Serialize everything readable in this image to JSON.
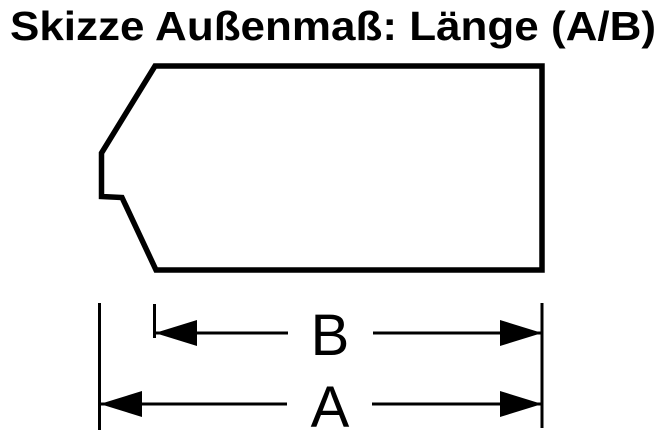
{
  "title": "Skizze Außenmaß: Länge (A/B)",
  "diagram": {
    "subject": "storage-bin-side-profile",
    "dimensions": {
      "total_length": {
        "label": "A"
      },
      "base_length": {
        "label": "B"
      }
    }
  },
  "colors": {
    "ink": "#000000",
    "background": "#ffffff"
  }
}
